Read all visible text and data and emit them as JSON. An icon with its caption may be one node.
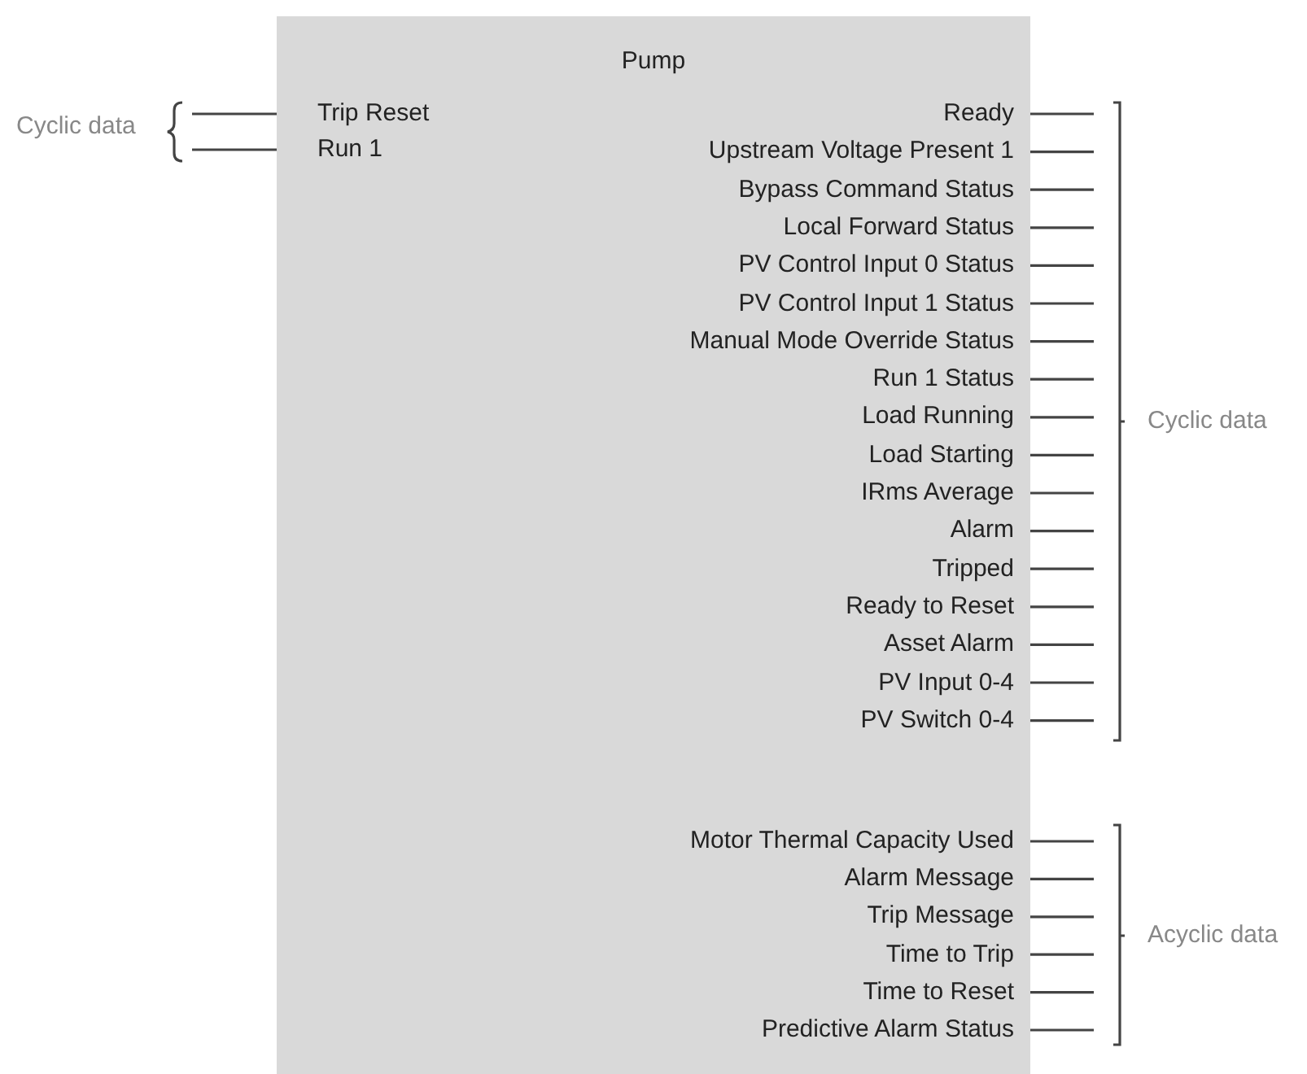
{
  "diagram": {
    "nodes": [
      {
        "text": [
          "Pump"
        ]
      },
      {
        "text": [
          "Trip Reset"
        ],
        "in": 0
      },
      {
        "text": [
          "Run 1"
        ],
        "in": 0
      },
      {
        "text": [
          "Ready"
        ],
        "in": 0
      },
      {
        "text": [
          "Upstream Voltage Present 1"
        ],
        "in": 0
      },
      {
        "text": [
          "Bypass Command Status"
        ],
        "in": 0
      },
      {
        "text": [
          "Local Forward Status"
        ],
        "in": 0
      },
      {
        "text": [
          "PV Control Input 0 Status"
        ],
        "in": 0
      },
      {
        "text": [
          "PV Control Input 1 Status"
        ],
        "in": 0
      },
      {
        "text": [
          "Manual Mode Override Status"
        ],
        "in": 0
      },
      {
        "text": [
          "Run 1 Status"
        ],
        "in": 0
      },
      {
        "text": [
          "Load Running"
        ],
        "in": 0
      },
      {
        "text": [
          "Load Starting"
        ],
        "in": 0
      },
      {
        "text": [
          "IRms Average"
        ],
        "in": 0
      },
      {
        "text": [
          "Alarm"
        ],
        "in": 0
      },
      {
        "text": [
          "Tripped"
        ],
        "in": 0
      },
      {
        "text": [
          "Ready to Reset"
        ],
        "in": 0
      },
      {
        "text": [
          "Asset Alarm"
        ],
        "in": 0
      },
      {
        "text": [
          "PV Input 0-4"
        ],
        "in": 0
      },
      {
        "text": [
          "PV Switch 0-4"
        ],
        "in": 0
      },
      {
        "text": [
          "Motor Thermal Capacity Used"
        ],
        "in": 0
      },
      {
        "text": [
          "Alarm Message"
        ],
        "in": 0
      },
      {
        "text": [
          "Trip Message"
        ],
        "in": 0
      },
      {
        "text": [
          "Time to Trip"
        ],
        "in": 0
      },
      {
        "text": [
          "Time to Reset"
        ],
        "in": 0
      },
      {
        "text": [
          "Predictive Alarm Status"
        ],
        "in": 0
      }
    ],
    "edges": [
      {
        "from": null,
        "to": 1,
        "arrow": "none"
      },
      {
        "from": null,
        "to": 2,
        "arrow": "none"
      },
      {
        "from": 3,
        "to": null,
        "arrow": "none"
      },
      {
        "from": 4,
        "to": null,
        "arrow": "none"
      },
      {
        "from": 5,
        "to": null,
        "arrow": "none"
      },
      {
        "from": 6,
        "to": null,
        "arrow": "none"
      },
      {
        "from": 7,
        "to": null,
        "arrow": "none"
      },
      {
        "from": 8,
        "to": null,
        "arrow": "none"
      },
      {
        "from": 9,
        "to": null,
        "arrow": "none"
      },
      {
        "from": 10,
        "to": null,
        "arrow": "none"
      },
      {
        "from": 11,
        "to": null,
        "arrow": "none"
      },
      {
        "from": 12,
        "to": null,
        "arrow": "none"
      },
      {
        "from": 13,
        "to": null,
        "arrow": "none"
      },
      {
        "from": 14,
        "to": null,
        "arrow": "none"
      },
      {
        "from": 15,
        "to": null,
        "arrow": "none"
      },
      {
        "from": 16,
        "to": null,
        "arrow": "none"
      },
      {
        "from": 17,
        "to": null,
        "arrow": "none"
      },
      {
        "from": 18,
        "to": null,
        "arrow": "none"
      },
      {
        "from": 19,
        "to": null,
        "arrow": "none"
      },
      {
        "from": 20,
        "to": null,
        "arrow": "none"
      },
      {
        "from": 21,
        "to": null,
        "arrow": "none"
      },
      {
        "from": 22,
        "to": null,
        "arrow": "none"
      },
      {
        "from": 23,
        "to": null,
        "arrow": "none"
      },
      {
        "from": 24,
        "to": null,
        "arrow": "none"
      },
      {
        "from": 25,
        "to": null,
        "arrow": "none"
      }
    ],
    "labels": [
      "Cyclic data",
      "Cyclic data",
      "Acyclic data"
    ]
  }
}
